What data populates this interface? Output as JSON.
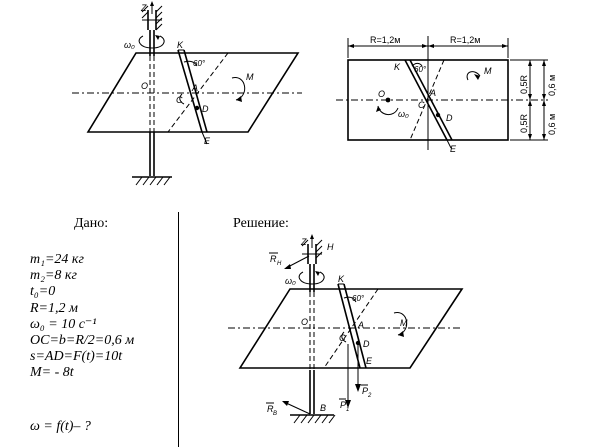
{
  "fig1": {
    "label_z": "Z",
    "label_omega": "ω₀",
    "label_K": "K",
    "label_angle": "60°",
    "label_M": "M",
    "label_O": "O",
    "label_A": "A",
    "label_C": "C",
    "label_D": "D",
    "label_E": "E"
  },
  "fig2": {
    "dim_R_left": "R=1,2м",
    "dim_R_right": "R=1,2м",
    "dim_05R_top": "0,5R",
    "dim_05R_bottom": "0,5R",
    "dim_06_top": "0,6 м",
    "dim_06_bottom": "0,6 м",
    "label_K": "K",
    "label_angle": "60°",
    "label_M": "M",
    "label_O": "O",
    "label_omega": "ω₀",
    "label_A": "A",
    "label_C": "C",
    "label_D": "D",
    "label_E": "E"
  },
  "given": {
    "heading": "Дано:",
    "lines": [
      "m₁=24 кг",
      "m₂=8 кг",
      "t₀=0",
      "R=1,2 м",
      "ω₀ = 10 c⁻¹",
      "OC=b=R/2=0,6 м",
      "s=AD=F(t)=10t",
      "M= - 8t"
    ],
    "unknown": "ω = f(t)– ?"
  },
  "solution": {
    "heading": "Решение:",
    "label_z": "Z",
    "label_H": "H",
    "label_RH": "R",
    "label_RH_sub": "H",
    "label_omega": "ω₀",
    "label_K": "K",
    "label_angle": "60°",
    "label_M": "M",
    "label_O": "O",
    "label_A": "A",
    "label_C": "C",
    "label_D": "D",
    "label_E": "E",
    "label_P1": "P",
    "label_P1_sub": "1",
    "label_P2": "P",
    "label_P2_sub": "2",
    "label_RB": "R",
    "label_RB_sub": "B",
    "label_B": "B"
  }
}
